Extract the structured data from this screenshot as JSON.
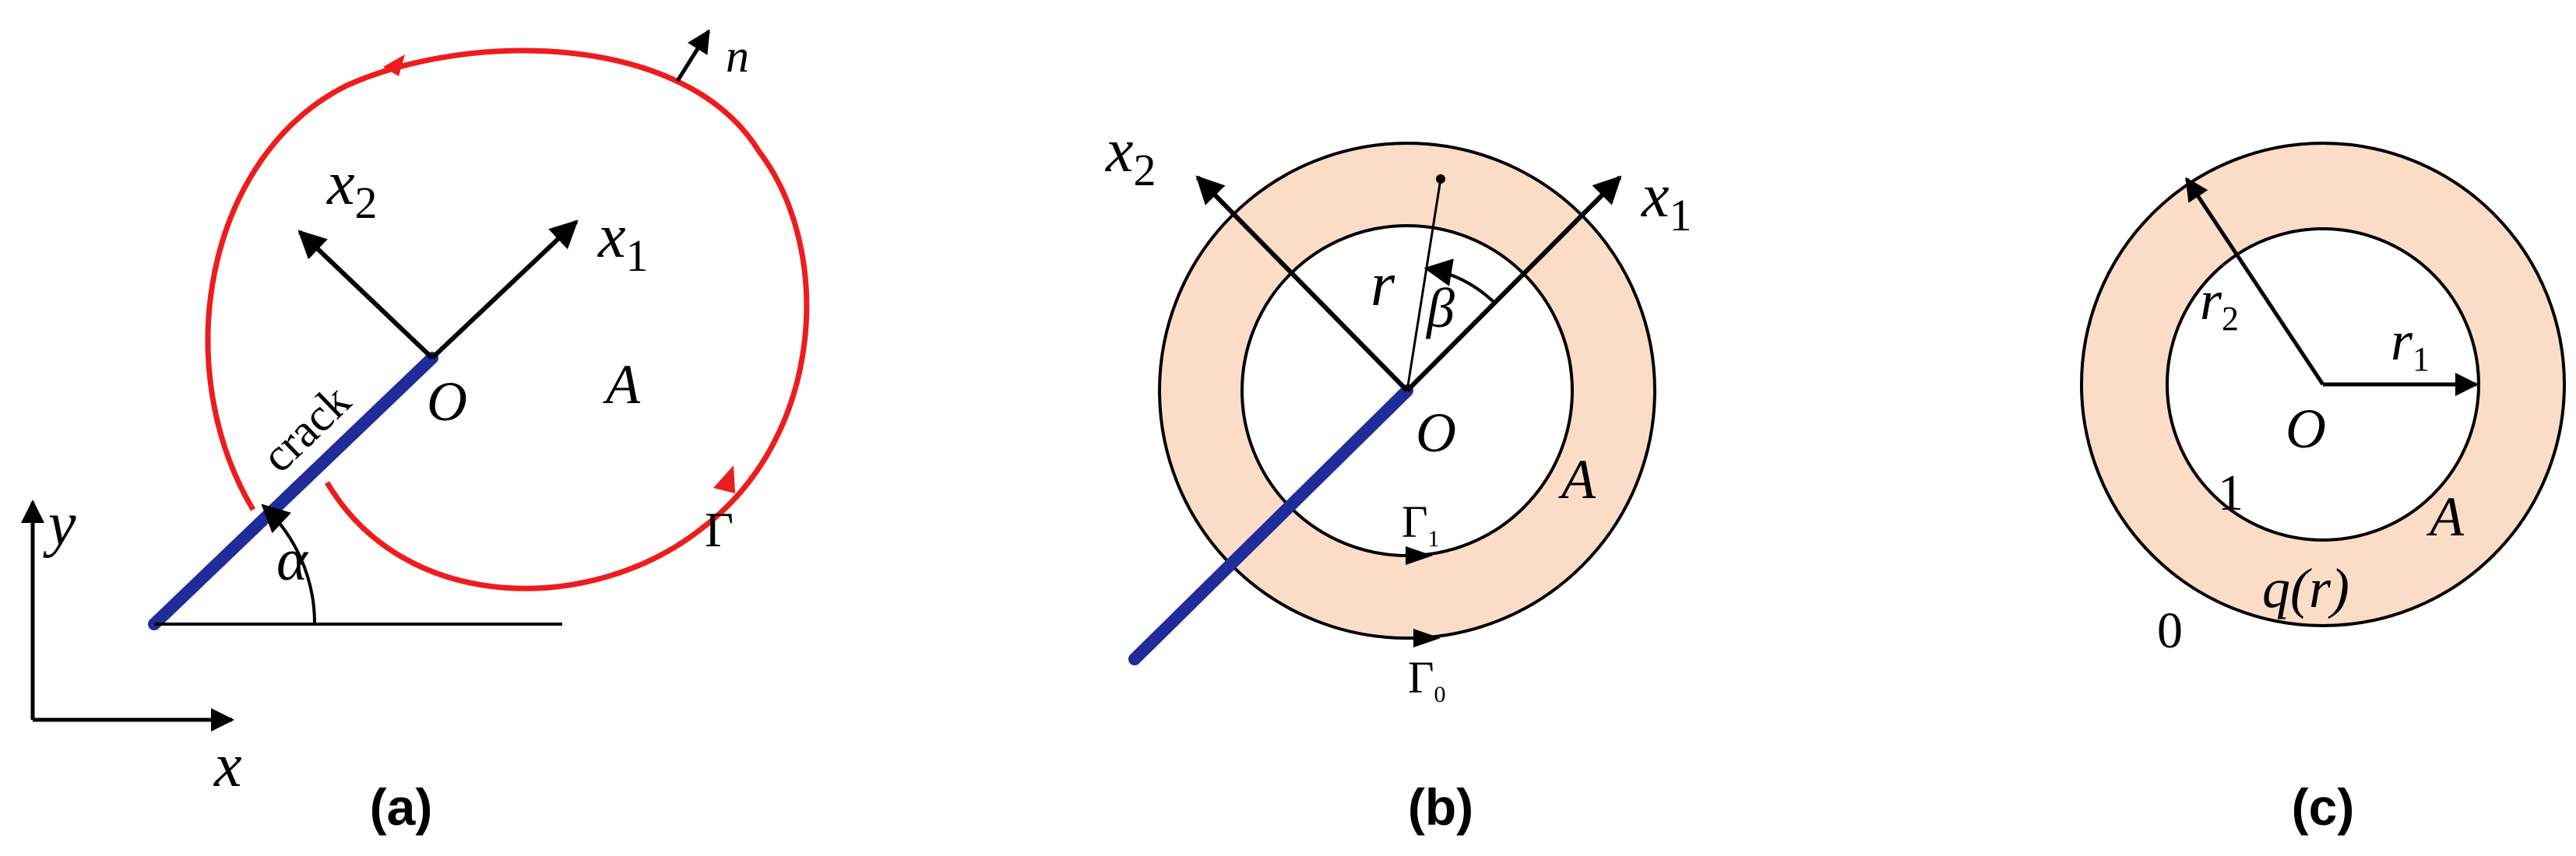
{
  "colors": {
    "contour": "#ee1c1c",
    "crack": "#1f2c99",
    "annulus": "#fbdcc6",
    "ink": "#000000"
  },
  "panels": {
    "a": {
      "caption": "(a)",
      "labels": {
        "x2": "x",
        "x2_sub": "2",
        "x1": "x",
        "x1_sub": "1",
        "n": "n",
        "crack": "crack",
        "origin": "O",
        "area": "A",
        "contour": "Γ",
        "alpha": "α",
        "y": "y",
        "x": "x"
      }
    },
    "b": {
      "caption": "(b)",
      "labels": {
        "x2": "x",
        "x2_sub": "2",
        "x1": "x",
        "x1_sub": "1",
        "r": "r",
        "beta": "β",
        "origin": "O",
        "area": "A",
        "gamma1": "Γ",
        "gamma1_sub": "1",
        "gamma0": "Γ",
        "gamma0_sub": "0"
      }
    },
    "c": {
      "caption": "(c)",
      "labels": {
        "r2": "r",
        "r2_sub": "2",
        "r1": "r",
        "r1_sub": "1",
        "origin": "O",
        "one": "1",
        "area": "A",
        "q": "q(r)",
        "zero": "0"
      }
    }
  }
}
